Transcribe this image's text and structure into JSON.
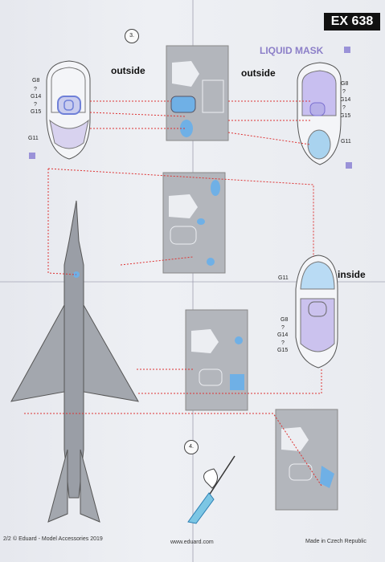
{
  "header": {
    "code": "EX 638"
  },
  "steps": {
    "step3": "3.",
    "step4": "4."
  },
  "labels": {
    "outside_left": "outside",
    "outside_right": "outside",
    "inside": "inside",
    "liquid_mask": "LIQUID MASK"
  },
  "parts": {
    "left": [
      "G8",
      "?",
      "G14",
      "?",
      "G15",
      "G11"
    ],
    "right": [
      "G8",
      "?",
      "G14",
      "?",
      "G15",
      "G11"
    ],
    "inside": [
      "G11",
      "G8",
      "?",
      "G14",
      "?",
      "G15"
    ]
  },
  "colors": {
    "mask_blue": "#6fb0e6",
    "mask_purple": "#c8bff0",
    "callout_red": "#d33"
  },
  "footer": {
    "page": "2/2",
    "copyright": "© Eduard - Model Accessories 2019",
    "website": "www.eduard.com",
    "origin": "Made in Czech Republic"
  }
}
